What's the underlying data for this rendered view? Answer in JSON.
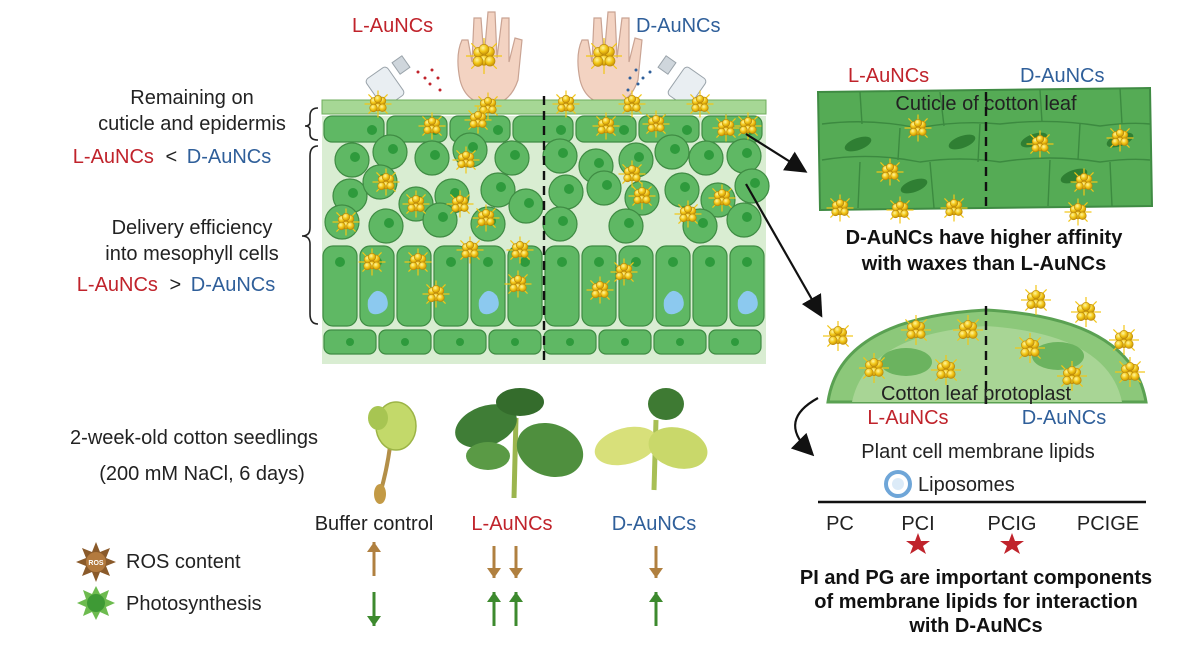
{
  "colors": {
    "l_color": "#c0232b",
    "d_color": "#2f5f9a",
    "cell_green": "#5fb864",
    "nucleus_green": "#2e9a3c",
    "arrow_brown": "#b08040",
    "arrow_green": "#3d8a2e"
  },
  "top": {
    "l_label": "L-AuNCs",
    "d_label": "D-AuNCs"
  },
  "left": {
    "remaining_line1": "Remaining on",
    "remaining_line2": "cuticle and epidermis",
    "compare1_l": "L-AuNCs",
    "compare1_sym": "<",
    "compare1_d": "D-AuNCs",
    "delivery_line1": "Delivery efficiency",
    "delivery_line2": "into mesophyll cells",
    "compare2_l": "L-AuNCs",
    "compare2_sym": ">",
    "compare2_d": "D-AuNCs"
  },
  "cuticle_panel": {
    "l_label": "L-AuNCs",
    "d_label": "D-AuNCs",
    "title": "Cuticle of cotton leaf",
    "conclusion_line1": "D-AuNCs have higher affinity",
    "conclusion_line2": "with waxes than L-AuNCs"
  },
  "protoplast_panel": {
    "title": "Cotton leaf protoplast",
    "l_label": "L-AuNCs",
    "d_label": "D-AuNCs",
    "membrane_label": "Plant cell membrane lipids",
    "liposome_label": "Liposomes",
    "lipids": [
      "PC",
      "PCI",
      "PCIG",
      "PCIGE"
    ],
    "conclusion_line1": "PI and PG are important components",
    "conclusion_line2": "of membrane lipids for interaction",
    "conclusion_line3": "with D-AuNCs"
  },
  "seedlings": {
    "title_line1": "2-week-old cotton seedlings",
    "title_line2": "(200 mM NaCl, 6 days)",
    "groups": [
      "Buffer control",
      "L-AuNCs",
      "D-AuNCs"
    ],
    "legend_ros": "ROS content",
    "legend_ros_icon": "ROS",
    "legend_photo": "Photosynthesis"
  }
}
